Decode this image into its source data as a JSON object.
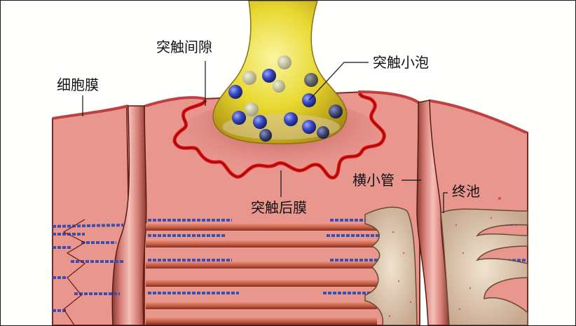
{
  "diagram": {
    "type": "anatomical-illustration",
    "subject": "neuromuscular junction",
    "labels": {
      "synaptic_cleft": "突触间隙",
      "synaptic_vesicle": "突触小泡",
      "cell_membrane": "细胞膜",
      "postsynaptic_membrane": "突触后膜",
      "transverse_tubule": "横小管",
      "terminal_cisterna": "终池"
    },
    "colors": {
      "muscle_pink": "#e8968e",
      "membrane_red": "#e01010",
      "membrane_dark": "#7a2a22",
      "terminal_yellow": "#e8d830",
      "vesicle_blue": "#3a48c0",
      "vesicle_grey": "#9a9a80",
      "myofibril_brown": "#c8604a",
      "filament_blue": "#3a50b0",
      "sr_beige": "#dcc8a8",
      "background": "#ffffff"
    }
  }
}
